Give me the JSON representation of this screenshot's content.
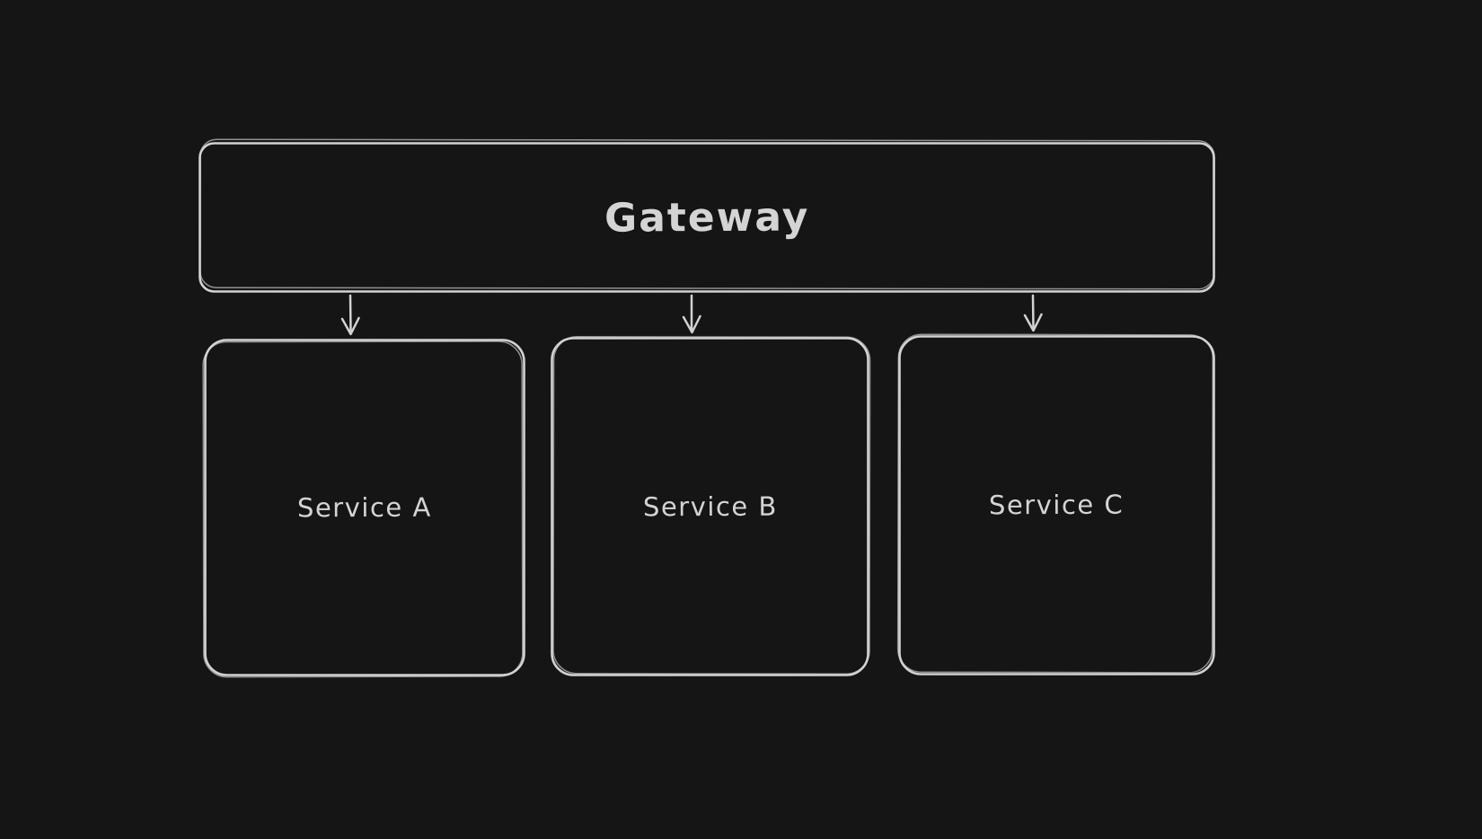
{
  "canvas": {
    "background": "#151515",
    "stroke_color": "#d2d2d2",
    "text_color": "#d4d4d4"
  },
  "nodes": {
    "gateway": {
      "label": "Gateway"
    },
    "service_a": {
      "label": "Service A"
    },
    "service_b": {
      "label": "Service B"
    },
    "service_c": {
      "label": "Service C"
    }
  },
  "edges": [
    {
      "from": "Gateway",
      "to": "Service A",
      "style": "arrow-down"
    },
    {
      "from": "Gateway",
      "to": "Service B",
      "style": "arrow-down"
    },
    {
      "from": "Gateway",
      "to": "Service C",
      "style": "arrow-down"
    }
  ]
}
